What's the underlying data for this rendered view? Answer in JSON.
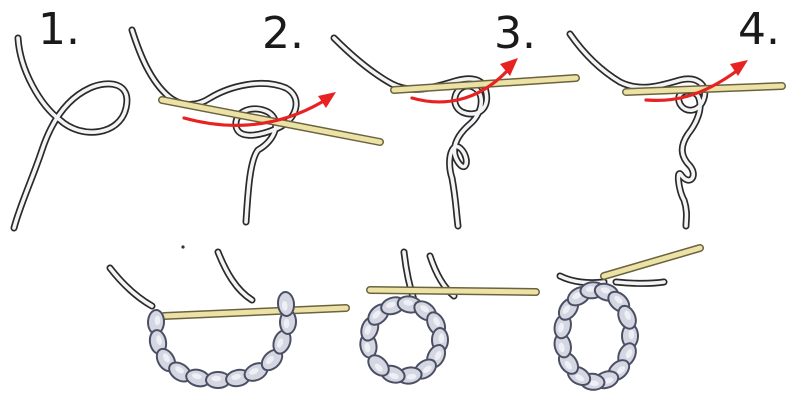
{
  "steps": [
    {
      "label": "1."
    },
    {
      "label": "2."
    },
    {
      "label": "3."
    },
    {
      "label": "4."
    }
  ],
  "colors": {
    "yarn_outline": "#2a2a2a",
    "yarn_fill": "#f4f4f6",
    "hook": "#ece2a6",
    "arrow": "#e82222",
    "chain_fill": "#d4d6e2",
    "chain_outline": "#4b4f63"
  }
}
